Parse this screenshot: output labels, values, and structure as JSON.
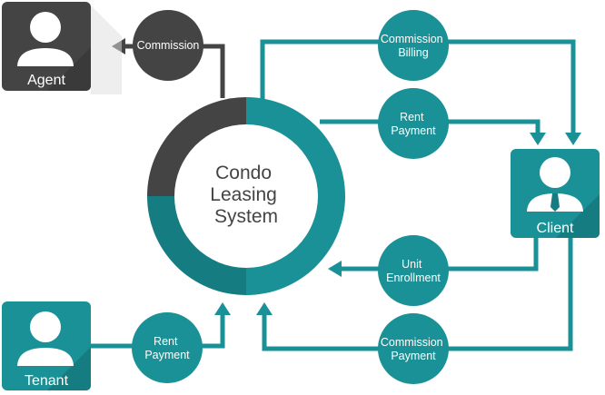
{
  "diagram": {
    "center_label_lines": [
      "Condo",
      "Leasing",
      "System"
    ],
    "actors": {
      "agent": {
        "label": "Agent",
        "icon": "user-icon"
      },
      "client": {
        "label": "Client",
        "icon": "businessman-icon"
      },
      "tenant": {
        "label": "Tenant",
        "icon": "user-icon"
      }
    },
    "flows": {
      "commission": {
        "lines": [
          "Commission"
        ]
      },
      "commission_billing": {
        "lines": [
          "Commission",
          "Billing"
        ]
      },
      "rent_payment_client": {
        "lines": [
          "Rent",
          "Payment"
        ]
      },
      "unit_enrollment": {
        "lines": [
          "Unit",
          "Enrollment"
        ]
      },
      "commission_payment": {
        "lines": [
          "Commission",
          "Payment"
        ]
      },
      "rent_payment_tenant": {
        "lines": [
          "Rent",
          "Payment"
        ]
      }
    },
    "colors": {
      "teal": "#1a9196",
      "teal_dark": "#157d82",
      "dark": "#444444",
      "dark_shade": "#3a3a3a"
    }
  }
}
